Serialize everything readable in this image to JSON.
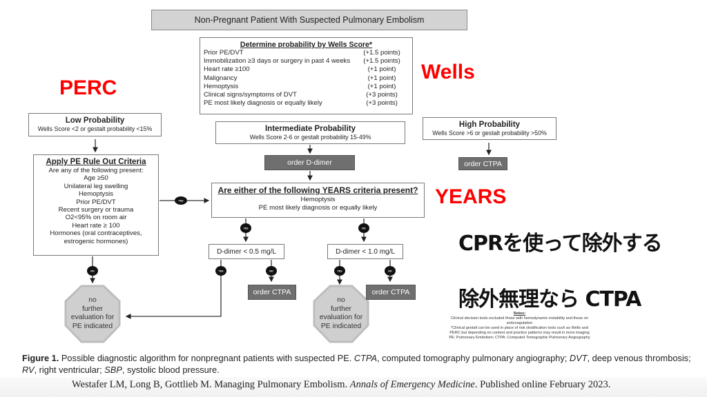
{
  "title": "Non-Pregnant Patient With Suspected Pulmonary Embolism",
  "wells": {
    "heading": "Determine probability by Wells Score*",
    "rows": [
      {
        "criterion": "Prior PE/DVT",
        "points": "(+1.5 points)"
      },
      {
        "criterion": "Immobilization ≥3 days or surgery in past 4 weeks",
        "points": "(+1.5 points)"
      },
      {
        "criterion": "Heart rate ≥100",
        "points": "(+1 point)"
      },
      {
        "criterion": "Malignancy",
        "points": "(+1 point)"
      },
      {
        "criterion": "Hemoptysis",
        "points": "(+1 point)"
      },
      {
        "criterion": "Clinical signs/symptoms of DVT",
        "points": "(+3 points)"
      },
      {
        "criterion": "PE most likely diagnosis or equally likely",
        "points": "(+3 points)"
      }
    ]
  },
  "low": {
    "heading": "Low Probability",
    "sub": "Wells Score <2 or gestalt probability <15%"
  },
  "intermediate": {
    "heading": "Intermediate Probability",
    "sub": "Wells Score 2-6 or gestalt probability 15-49%"
  },
  "high": {
    "heading": "High Probability",
    "sub": "Wells Score >6 or gestalt probability >50%"
  },
  "perc": {
    "heading": "Apply PE Rule Out Criteria",
    "lines": [
      "Are any of the following present:",
      "Age ≥50",
      "Unilateral leg swelling",
      "Hemoptysis",
      "Prior PE/DVT",
      "Recent surgery or trauma",
      "O2<95% on room air",
      "Heart rate ≥ 100",
      "Hormones (oral contraceptives,",
      "estrogenic hormones)"
    ]
  },
  "order_ddimer": "order D-dimer",
  "order_ctpa": "order CTPA",
  "years": {
    "heading": "Are either of the following YEARS criteria present?",
    "lines": [
      "Hemoptysis",
      "PE most likely diagnosis or equally likely"
    ]
  },
  "ddimer_low": "D-dimer < 0.5 mg/L",
  "ddimer_high": "D-dimer < 1.0 mg/L",
  "yes": "YES",
  "no": "NO",
  "stop": [
    "no",
    "further",
    "evaluation for",
    "PE indicated"
  ],
  "annotations": {
    "perc": "PERC",
    "wells": "Wells",
    "years": "YEARS",
    "jp1": "CPRを使って除外する",
    "jp2": "除外無理なら CTPA",
    "color": "#ff0000"
  },
  "notes": {
    "heading": "Notes:",
    "lines": [
      "Clinical decision tools excluded those with hemodynamic instability and those on",
      "anticoagulation",
      "*Clinical gestalt can be used in place of risk stratification tools such as Wells and",
      "PERC but depending on context and practice patterns may result in more imaging",
      "PE: Pulmonary Embolism; CTPA: Computed Tomographic Pulmonary Angiography"
    ]
  },
  "caption": {
    "label": "Figure 1.",
    "text1": " Possible diagnostic algorithm for nonpregnant patients with suspected PE. ",
    "ctpa": "CTPA",
    "text2": ", computed tomography pulmonary angiography; ",
    "dvt": "DVT",
    "text3": ", deep venous thrombosis; ",
    "rv": "RV",
    "text4": ", right ventricular; ",
    "sbp": "SBP",
    "text5": ", systolic blood pressure."
  },
  "citation": {
    "authors": "Westafer LM, Long B, Gottlieb M. Managing Pulmonary Embolism. ",
    "journal": "Annals of Emergency Medicine",
    "rest": ". Published online February 2023."
  }
}
